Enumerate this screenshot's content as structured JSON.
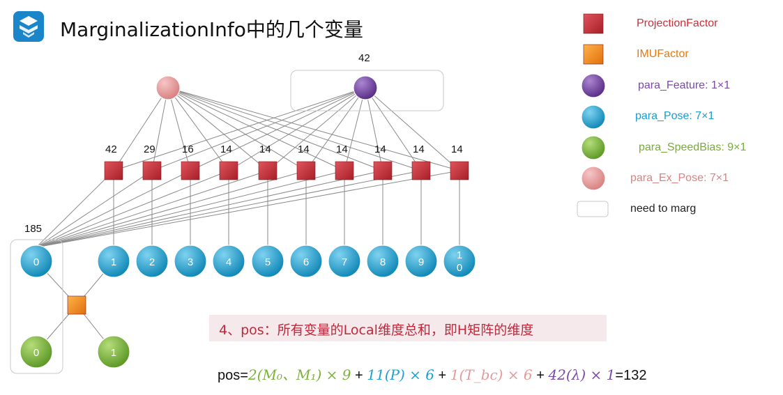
{
  "title": "MarginalizationInfo中的几个变量",
  "counts": {
    "top": "42",
    "factors": [
      "42",
      "29",
      "16",
      "14",
      "14",
      "14",
      "14",
      "14",
      "14",
      "14"
    ],
    "marg_pose": "185"
  },
  "pose_nodes": [
    "0",
    "1",
    "2",
    "3",
    "4",
    "5",
    "6",
    "7",
    "8",
    "9",
    "10"
  ],
  "speedbias_nodes": [
    "0",
    "1"
  ],
  "legend": {
    "projection": "ProjectionFactor",
    "imu": "IMUFactor",
    "feature": "para_Feature: 1×1",
    "pose": "para_Pose: 7×1",
    "speedbias": "para_SpeedBias: 9×1",
    "ex_pose": "para_Ex_Pose: 7×1",
    "marg": "need to marg"
  },
  "note": "4、pos：所有变量的Local维度总和，即H矩阵的维度",
  "formula": {
    "prefix": "pos=",
    "sb": "2(M₀、M₁) × 9",
    "plus1": " + ",
    "pose": "11(P) × 6",
    "plus2": " + ",
    "ex": "1(T_bc) × 6",
    "plus3": " + ",
    "feat": "42(λ) × 1",
    "suffix": "=132"
  },
  "colors": {
    "projection": "#c9303a",
    "imu": "#f08a1c",
    "feature": "#7a4aa6",
    "pose": "#1fa0cf",
    "speedbias": "#7bb23a",
    "ex_pose": "#e39a9a",
    "note": "#c0283b"
  }
}
